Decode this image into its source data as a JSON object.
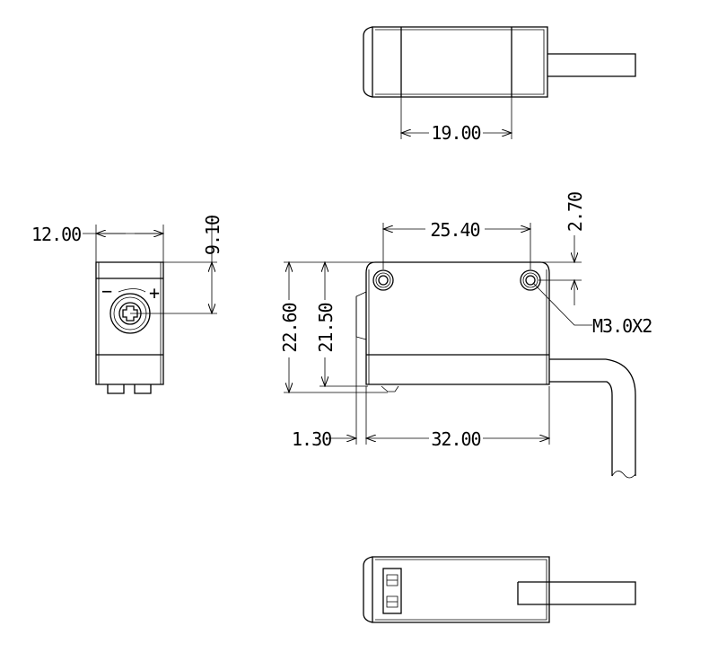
{
  "drawing": {
    "dimensions": {
      "top_width": "19.00",
      "side_width": "12.00",
      "side_knob_offset": "9.10",
      "hole_spacing": "25.40",
      "hole_offset": "2.70",
      "height_total": "22.60",
      "height_body": "21.50",
      "front_lip": "1.30",
      "body_length": "32.00",
      "thread_callout": "M3.0X2"
    },
    "knob_marks": {
      "minus": "−",
      "plus": "+"
    }
  }
}
